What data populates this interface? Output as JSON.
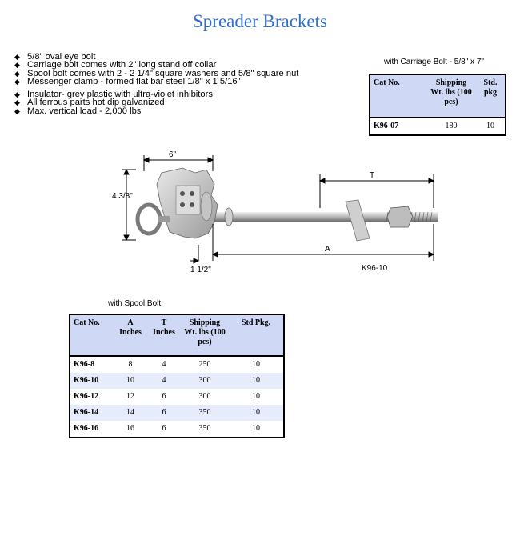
{
  "title": "Spreader Brackets",
  "bullets": [
    "5/8\" oval eye bolt",
    "Carriage bolt comes with 2\" long stand off collar",
    "Spool bolt comes with 2 - 2 1/4\" square washers and 5/8\" square nut",
    "Messenger clamp - formed flat bar steel  1/8\" x 1 5/16\"",
    "Insulator- grey plastic with ultra-violet inhibitors",
    "All ferrous parts hot dip galvanized",
    "Max. vertical load - 2,000 lbs"
  ],
  "carriage": {
    "caption": "with Carriage Bolt - 5/8\" x 7\"",
    "headers": [
      "Cat No.",
      "Shipping Wt. lbs (100 pcs)",
      "Std. pkg"
    ],
    "rows": [
      {
        "cat": "K96-07",
        "wt": "180",
        "pkg": "10"
      }
    ]
  },
  "spool": {
    "caption": "with Spool Bolt",
    "headers": [
      "Cat No.",
      "A Inches",
      "T Inches",
      "Shipping Wt. lbs (100 pcs)",
      "Std Pkg."
    ],
    "rows": [
      {
        "cat": "K96-8",
        "a": "8",
        "t": "4",
        "wt": "250",
        "pkg": "10"
      },
      {
        "cat": "K96-10",
        "a": "10",
        "t": "4",
        "wt": "300",
        "pkg": "10"
      },
      {
        "cat": "K96-12",
        "a": "12",
        "t": "6",
        "wt": "300",
        "pkg": "10"
      },
      {
        "cat": "K96-14",
        "a": "14",
        "t": "6",
        "wt": "350",
        "pkg": "10"
      },
      {
        "cat": "K96-16",
        "a": "16",
        "t": "6",
        "wt": "350",
        "pkg": "10"
      }
    ]
  },
  "diagram": {
    "dim_width": "6\"",
    "dim_height": "4 3/8\"",
    "dim_collar": "1 1/2\"",
    "dim_t": "T",
    "dim_a": "A",
    "part_label": "K96-10"
  }
}
